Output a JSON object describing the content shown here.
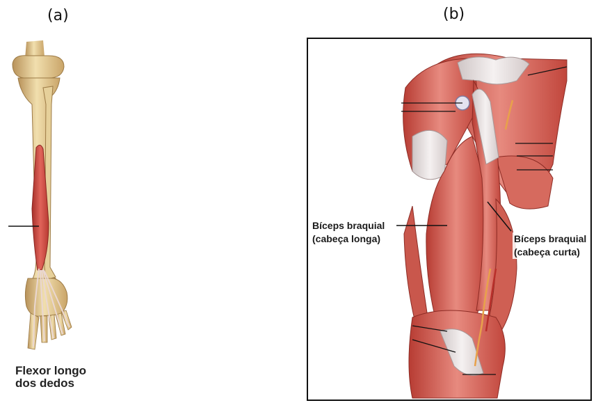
{
  "panels": {
    "a": {
      "label": "(a)",
      "caption_line1": "Flexor longo",
      "caption_line2": "dos dedos"
    },
    "b": {
      "label": "(b)",
      "callout_long_line1": "Bíceps braquial",
      "callout_long_line2": "(cabeça longa)",
      "callout_short_line1": "Bíceps braquial",
      "callout_short_line2": "(cabeça curta)"
    }
  },
  "colors": {
    "bone": "#e8d39a",
    "bone_shadow": "#b8925a",
    "muscle": "#c8473d",
    "muscle_light": "#e8897c",
    "tendon": "#e9e4e2",
    "leader_line": "#111111"
  }
}
